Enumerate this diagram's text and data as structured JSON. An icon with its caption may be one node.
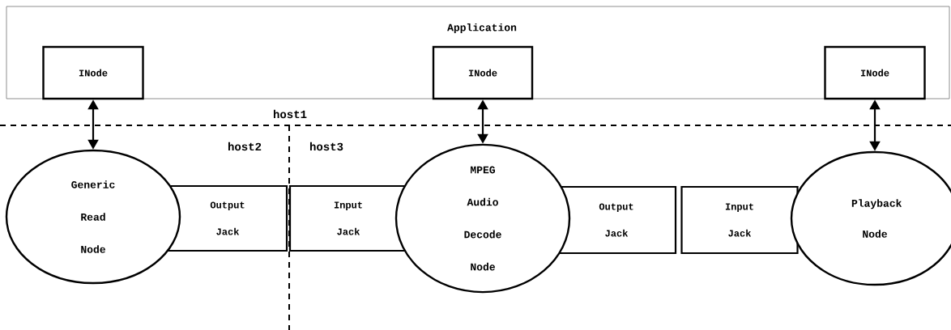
{
  "diagram": {
    "nodes": [
      {
        "text": [
          "Application"
        ]
      },
      {
        "text": [
          "INode"
        ],
        "in": 0
      },
      {
        "text": [
          "INode"
        ],
        "in": 0
      },
      {
        "text": [
          "INode"
        ],
        "in": 0
      },
      {
        "text": [
          "Generic Read Node"
        ]
      },
      {
        "text": [
          "Output Jack"
        ]
      },
      {
        "text": [
          "Input Jack"
        ]
      },
      {
        "text": [
          "MPEG Audio Decode Node"
        ]
      },
      {
        "text": [
          "Output Jack"
        ]
      },
      {
        "text": [
          "Input Jack"
        ]
      },
      {
        "text": [
          "Playback Node"
        ]
      }
    ],
    "edges": [
      {
        "from": 1,
        "to": 4,
        "arrow": "both"
      },
      {
        "from": 2,
        "to": 7,
        "arrow": "both"
      },
      {
        "from": 3,
        "to": 10,
        "arrow": "both"
      }
    ],
    "labels": [
      "host1",
      "host2",
      "host3"
    ]
  }
}
